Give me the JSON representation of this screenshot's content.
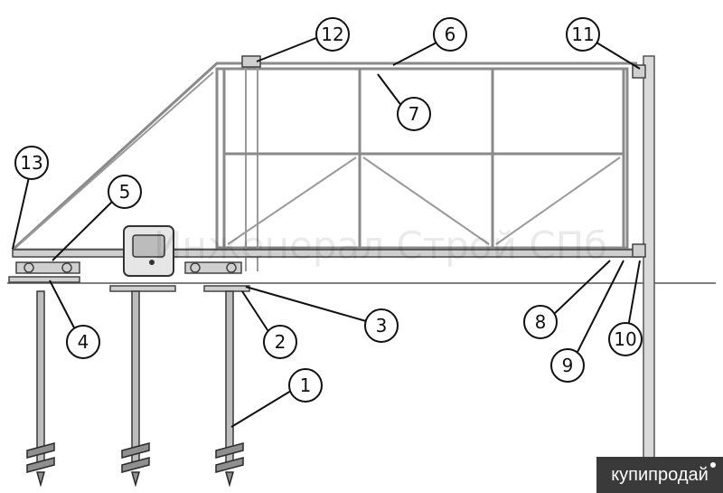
{
  "watermark": "Инженерал Строй СПб",
  "badge": {
    "text": "купипродай"
  },
  "callouts": [
    {
      "id": "callout-1",
      "label": "1"
    },
    {
      "id": "callout-2",
      "label": "2"
    },
    {
      "id": "callout-3",
      "label": "3"
    },
    {
      "id": "callout-4",
      "label": "4"
    },
    {
      "id": "callout-5",
      "label": "5"
    },
    {
      "id": "callout-6",
      "label": "6"
    },
    {
      "id": "callout-7",
      "label": "7"
    },
    {
      "id": "callout-8",
      "label": "8"
    },
    {
      "id": "callout-9",
      "label": "9"
    },
    {
      "id": "callout-10",
      "label": "10"
    },
    {
      "id": "callout-11",
      "label": "11"
    },
    {
      "id": "callout-12",
      "label": "12"
    },
    {
      "id": "callout-13",
      "label": "13"
    }
  ]
}
